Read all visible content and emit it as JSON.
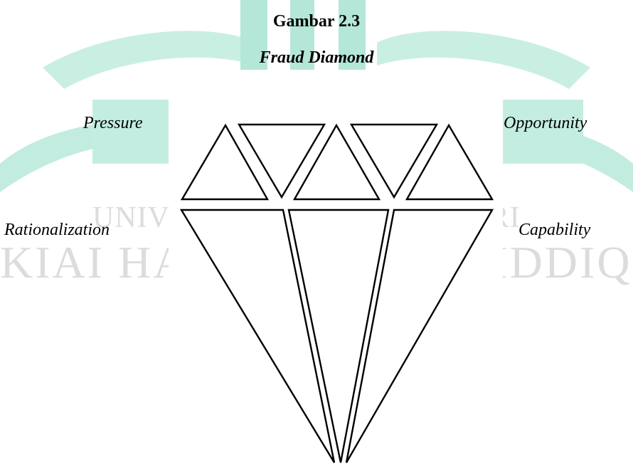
{
  "figure": {
    "number": "Gambar 2.3",
    "title": "Fraud Diamond"
  },
  "labels": {
    "pressure": "Pressure",
    "opportunity": "Opportunity",
    "rationalization": "Rationalization",
    "capability": "Capability"
  },
  "watermark": {
    "line1": "UNIVERSITAS ISLAM NEGERI",
    "line2": "KIAI HAJI ACHMAD SIDDIQ",
    "colors": [
      "#3fbf9a",
      "#7fd9bf",
      "#bfeee0",
      "#dcdcdc"
    ]
  },
  "diagram": {
    "shape": "diamond",
    "crown_facets": 5,
    "pavilion_facets": 3,
    "stroke_color": "#000000",
    "fill_color": "#ffffff"
  }
}
